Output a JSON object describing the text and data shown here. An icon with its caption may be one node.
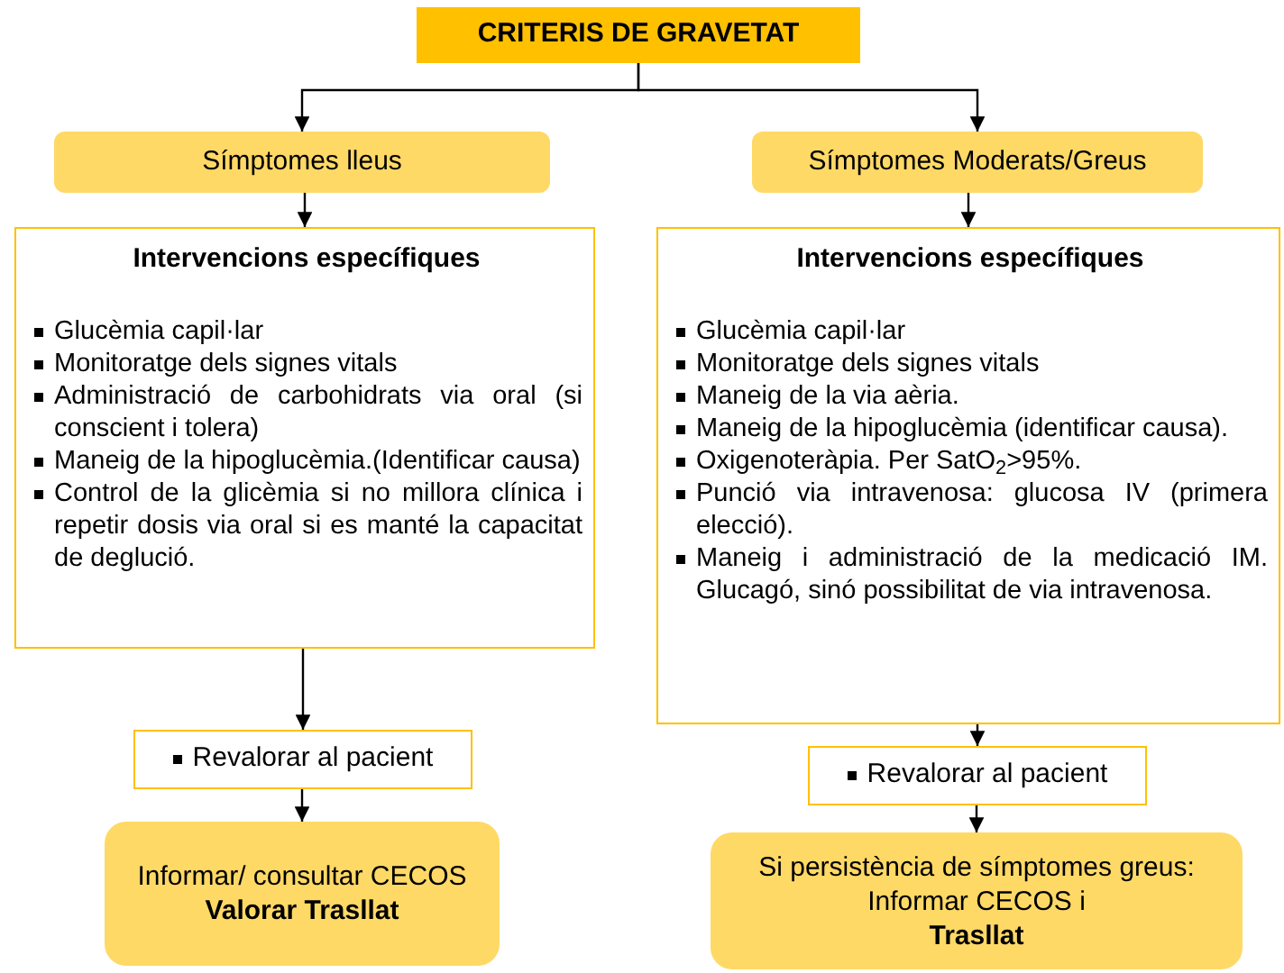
{
  "diagram": {
    "nodes": [
      {
        "text": [
          "CRITERIS DE GRAVETAT"
        ]
      },
      {
        "text": [
          "Símptomes lleus"
        ]
      },
      {
        "text": [
          "Símptomes Moderats/Greus"
        ]
      },
      {
        "text": [
          "Intervencions específiques",
          "Glucèmia capil·lar",
          "Monitoratge dels signes vitals",
          "Administració de carbohidrats via oral (si conscient i tolera)",
          "Maneig de la hipoglucèmia.(Identificar causa)",
          "Control de la glicèmia si no millora clínica i repetir dosis via oral si es manté la capacitat de deglució."
        ]
      },
      {
        "text": [
          "Intervencions específiques",
          "Glucèmia capil·lar",
          "Monitoratge dels signes vitals",
          "Maneig de la via aèria.",
          "Maneig de la hipoglucèmia (identificar causa).",
          "Oxigenoteràpia. Per SatO$_{2}$>95%.",
          "Punció via intravenosa: glucosa IV (primera elecció).",
          "Maneig i administració de la medicació IM. Glucagó, sinó possibilitat de via intravenosa."
        ]
      },
      {
        "text": [
          "Revalorar al pacient"
        ]
      },
      {
        "text": [
          "Revalorar al pacient"
        ]
      },
      {
        "text": [
          "Informar/ consultar CECOS",
          "Valorar Trasllat"
        ]
      },
      {
        "text": [
          "Si persistència de símptomes greus: Informar CECOS i",
          "Trasllat"
        ]
      }
    ],
    "edges": [
      {
        "from": 0,
        "to": 1,
        "arrow": "to"
      },
      {
        "from": 0,
        "to": 2,
        "arrow": "to"
      },
      {
        "from": 1,
        "to": 3,
        "arrow": "to"
      },
      {
        "from": 2,
        "to": 4,
        "arrow": "to"
      },
      {
        "from": 3,
        "to": 5,
        "arrow": "to"
      },
      {
        "from": 4,
        "to": 6,
        "arrow": "to"
      },
      {
        "from": 5,
        "to": 7,
        "arrow": "to"
      },
      {
        "from": 6,
        "to": 8,
        "arrow": "to"
      }
    ]
  }
}
